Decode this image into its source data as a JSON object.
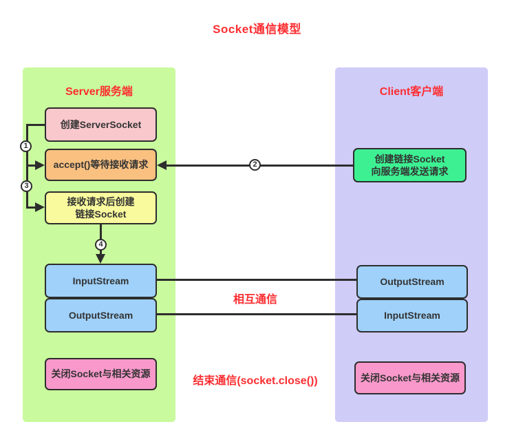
{
  "title": "Socket通信模型",
  "server": {
    "header": "Server服务端",
    "box_create_serversocket": "创建ServerSocket",
    "box_accept": "accept()等待接收请求",
    "box_create_socket_line1": "接收请求后创建",
    "box_create_socket_line2": "链接Socket",
    "box_inputstream": "InputStream",
    "box_outputstream": "OutputStream",
    "box_close": "关闭Socket与相关资源"
  },
  "client": {
    "header": "Client客户端",
    "box_create_socket_line1": "创建链接Socket",
    "box_create_socket_line2": "向服务端发送请求",
    "box_outputstream": "OutputStream",
    "box_inputstream": "InputStream",
    "box_close": "关闭Socket与相关资源"
  },
  "labels": {
    "mutual_communication": "相互通信",
    "end_communication": "结束通信(socket.close())"
  },
  "steps": {
    "s1": "1",
    "s2": "2",
    "s3": "3",
    "s4": "4"
  },
  "colors": {
    "accent_red": "#fc2d30",
    "server_panel": "#c9fa9d",
    "client_panel": "#cfccf8",
    "node_border": "#2d2d2d",
    "node_pink": "#f9c8cd",
    "node_orange": "#f9c080",
    "node_yellow": "#f9fa9d",
    "node_blue": "#9fd1fa",
    "node_green": "#3df192",
    "node_hotpink": "#f999cb"
  }
}
